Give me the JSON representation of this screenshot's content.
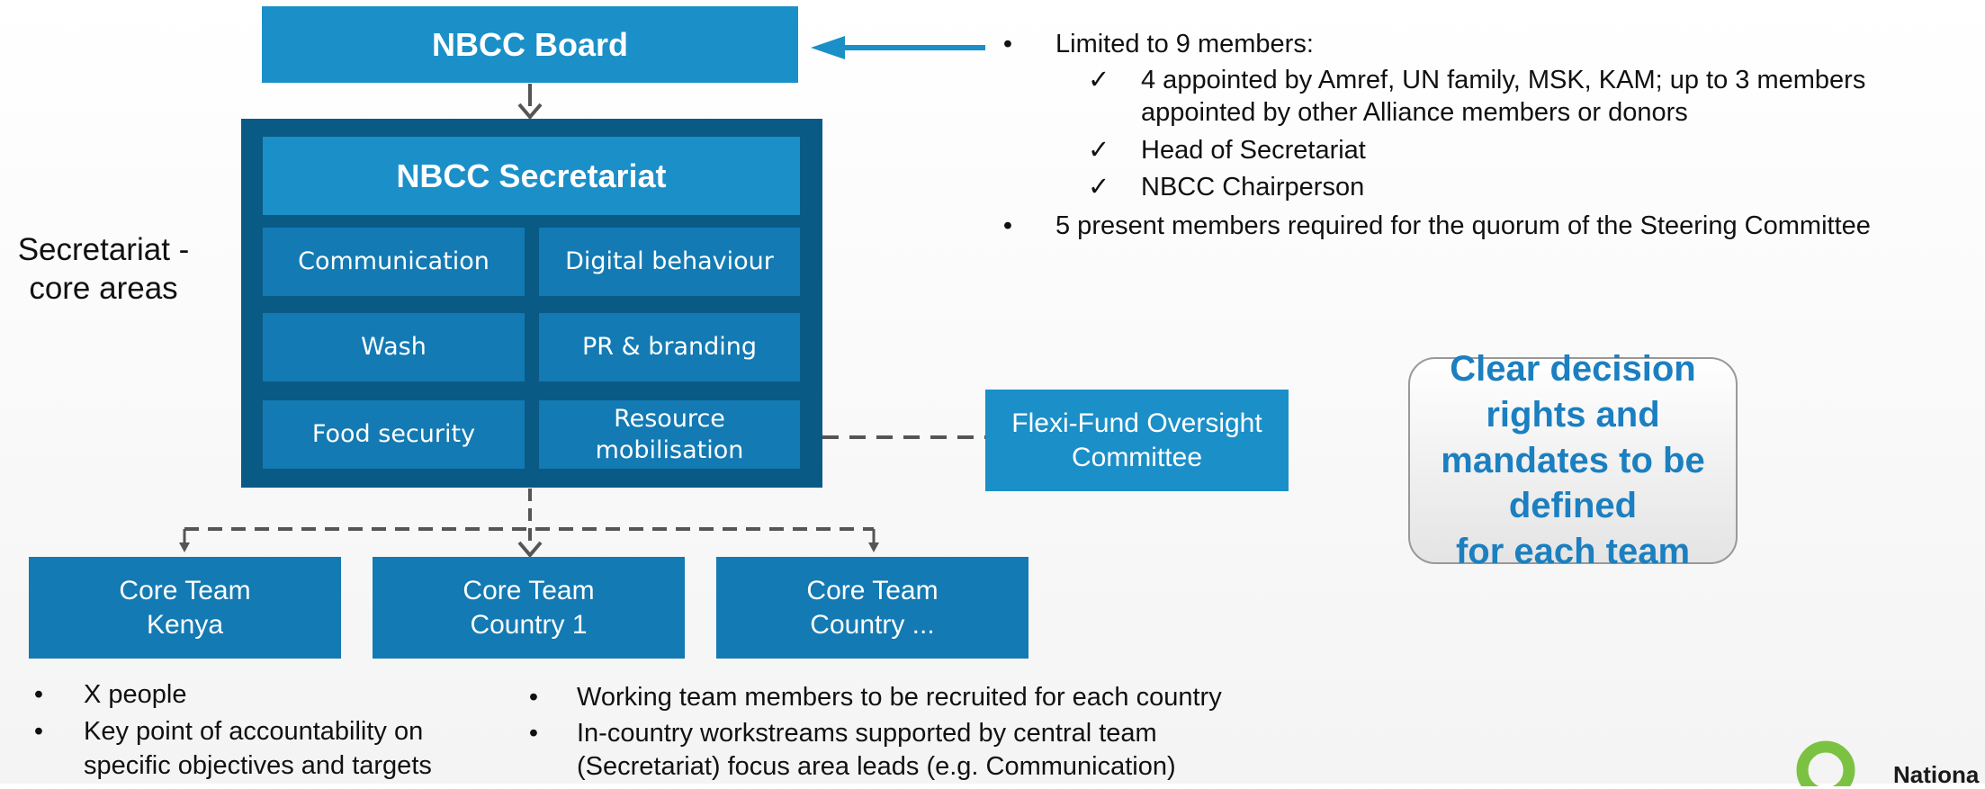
{
  "board": {
    "label": "NBCC Board"
  },
  "secretariat": {
    "title": "NBCC Secretariat",
    "side_label_line1": "Secretariat -",
    "side_label_line2": "core areas",
    "areas": [
      "Communication",
      "Digital behaviour",
      "Wash",
      "PR & branding",
      "Food security",
      "Resource mobilisation"
    ]
  },
  "flexi_fund": {
    "line1": "Flexi-Fund Oversight",
    "line2": "Committee"
  },
  "core_teams": [
    {
      "line1": "Core Team",
      "line2": "Kenya"
    },
    {
      "line1": "Core Team",
      "line2": "Country 1"
    },
    {
      "line1": "Core Team",
      "line2": "Country ..."
    }
  ],
  "board_notes": {
    "bullet1": "Limited to 9 members:",
    "checks": [
      {
        "line1": "4 appointed by Amref, UN family, MSK, KAM; up to 3 members",
        "line2": "appointed by other Alliance members or donors"
      },
      {
        "line1": "Head of Secretariat"
      },
      {
        "line1": "NBCC Chairperson"
      }
    ],
    "bullet2": "5 present members required for the quorum of the Steering Committee"
  },
  "callout": {
    "line1": "Clear decision rights and",
    "line2": "mandates to be defined",
    "line3": "for each team"
  },
  "left_notes": {
    "bullet1": "X people",
    "bullet2_line1": "Key point of accountability on",
    "bullet2_line2": "specific objectives and targets"
  },
  "mid_notes": {
    "bullet1": "Working team members to be recruited for each country",
    "bullet2_line1": "In-country workstreams supported by central team",
    "bullet2_line2": "(Secretariat) focus area leads (e.g. Communication)"
  },
  "logo": {
    "text": "Nationa"
  },
  "colors": {
    "primary": "#1b8fc8",
    "dark": "#0a5a86",
    "medium": "#137ab3",
    "callout_text": "#1b7fc0",
    "connector": "#555555"
  }
}
